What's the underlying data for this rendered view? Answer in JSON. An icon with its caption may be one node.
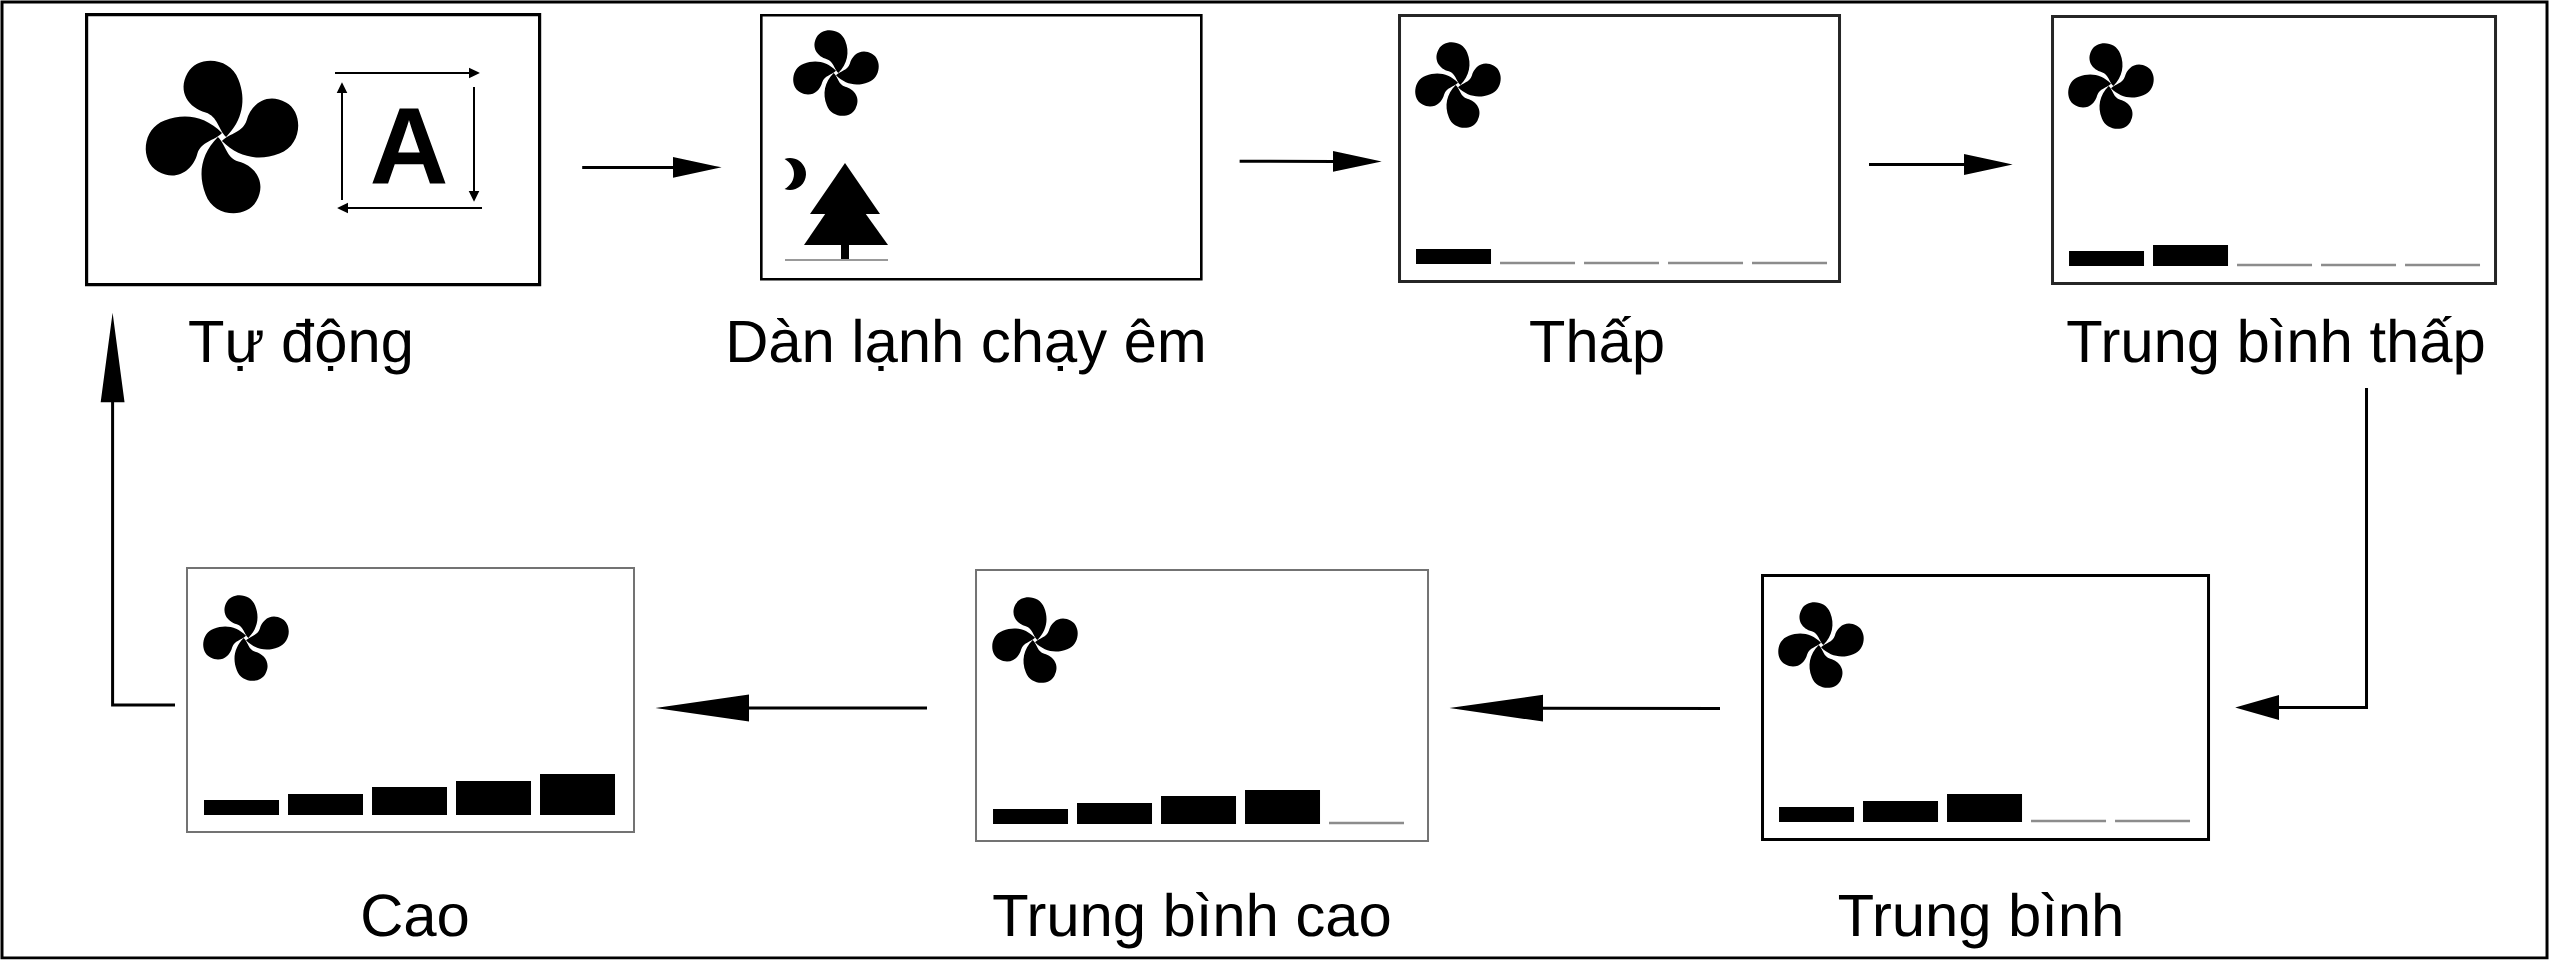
{
  "diagram": {
    "nodes": [
      {
        "text": [
          "A",
          "Tự động"
        ]
      },
      {
        "text": [
          "Dàn lạnh chạy êm"
        ]
      },
      {
        "text": [
          "Thấp"
        ]
      },
      {
        "text": [
          "Trung bình thấp"
        ]
      },
      {
        "text": [
          "Cao"
        ]
      },
      {
        "text": [
          "Trung bình cao"
        ]
      },
      {
        "text": [
          "Trung bình"
        ]
      }
    ],
    "edges": [
      {
        "from": 0,
        "to": 1,
        "arrow": "to"
      },
      {
        "from": 1,
        "to": 2,
        "arrow": "to"
      },
      {
        "from": 2,
        "to": 3,
        "arrow": "to"
      },
      {
        "from": 3,
        "to": 6,
        "arrow": "to"
      },
      {
        "from": 6,
        "to": 5,
        "arrow": "to"
      },
      {
        "from": 5,
        "to": 4,
        "arrow": "to"
      },
      {
        "from": 4,
        "to": 0,
        "arrow": "to"
      }
    ]
  }
}
